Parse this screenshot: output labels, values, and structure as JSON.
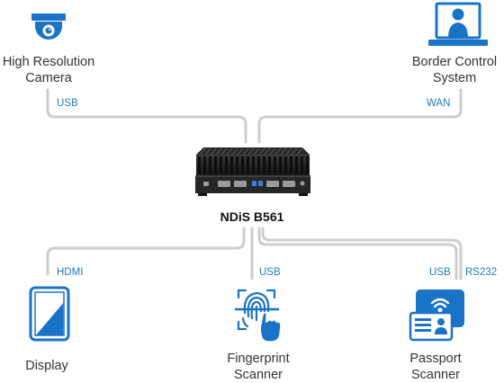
{
  "colors": {
    "accent": "#1a73c6",
    "wire": "#cdcdcd",
    "device": "#1b1b1b",
    "text": "#333333",
    "connector_text": "#1f7ac4"
  },
  "hub": {
    "name": "NDiS B561",
    "icon": "fanless-computer-icon"
  },
  "devices": {
    "camera": {
      "line1": "High Resolution",
      "line2": "Camera",
      "icon": "dome-camera-icon"
    },
    "border": {
      "line1": "Border Control",
      "line2": "System",
      "icon": "workstation-user-icon"
    },
    "display": {
      "line1": "Display",
      "icon": "display-panel-icon"
    },
    "fingerprint": {
      "line1": "Fingerprint",
      "line2": "Scanner",
      "icon": "fingerprint-scanner-icon"
    },
    "passport": {
      "line1": "Passport",
      "line2": "Scanner",
      "icon": "passport-reader-icon"
    }
  },
  "connections": {
    "camera": "USB",
    "border": "WAN",
    "display": "HDMI",
    "fingerprint": "USB",
    "passport_usb": "USB",
    "passport_serial": "RS232"
  }
}
